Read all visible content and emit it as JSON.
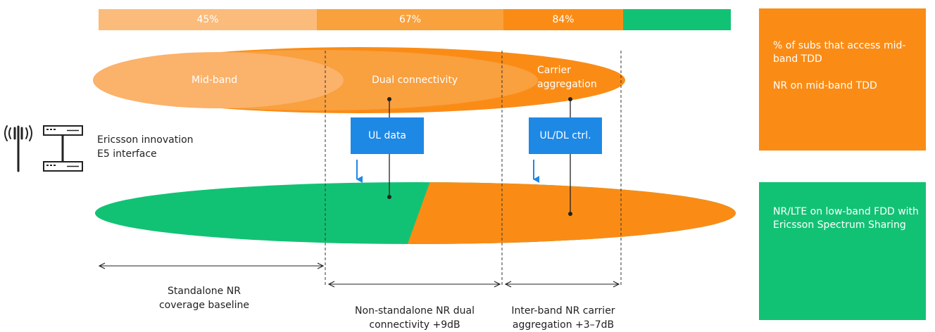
{
  "colors": {
    "light_orange": "#fbb26b",
    "mid_orange": "#f9a03f",
    "orange": "#fa8c16",
    "green": "#12c274",
    "blue": "#1e88e5"
  },
  "top_bar": {
    "segments": [
      {
        "label": "45%",
        "color": "#fbbb7a"
      },
      {
        "label": "67%",
        "color": "#f9a13c"
      },
      {
        "label": "84%",
        "color": "#fa8c16"
      },
      {
        "label": "",
        "color": "#12c274"
      }
    ]
  },
  "legend": {
    "orange_box": {
      "line1": "% of subs that access mid-band TDD",
      "line2": "NR on mid-band TDD"
    },
    "green_box": {
      "text": "NR/LTE on low-band FDD with Ericsson Spectrum Sharing"
    }
  },
  "upper_band": {
    "mid_band_label": "Mid-band",
    "dual_connectivity_label": "Dual connectivity",
    "carrier_aggregation_label": "Carrier aggregation"
  },
  "infrastructure": {
    "antenna_icon": "radio-tower-icon",
    "server_icon": "server-rack-icon",
    "label_line1": "Ericsson innovation",
    "label_line2": "E5 interface"
  },
  "boxes": {
    "ul_data": "UL data",
    "ul_dl_ctrl": "UL/DL ctrl."
  },
  "ranges": {
    "standalone_line1": "Standalone NR",
    "standalone_line2": "coverage baseline",
    "nsa_line1": "Non-standalone NR dual",
    "nsa_line2": "connectivity +9dB",
    "ca_line1": "Inter-band NR carrier",
    "ca_line2": "aggregation +3–7dB"
  }
}
